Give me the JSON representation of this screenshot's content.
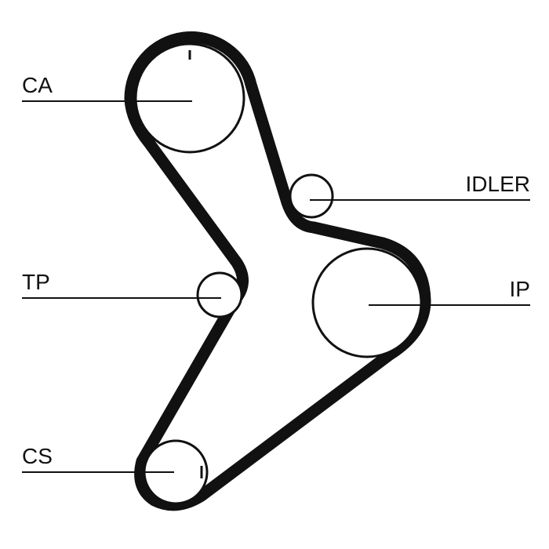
{
  "diagram": {
    "labels": {
      "ca": "CA",
      "idler": "IDLER",
      "tp": "TP",
      "ip": "IP",
      "cs": "CS"
    },
    "line_color": "#111111",
    "background": "#ffffff"
  }
}
